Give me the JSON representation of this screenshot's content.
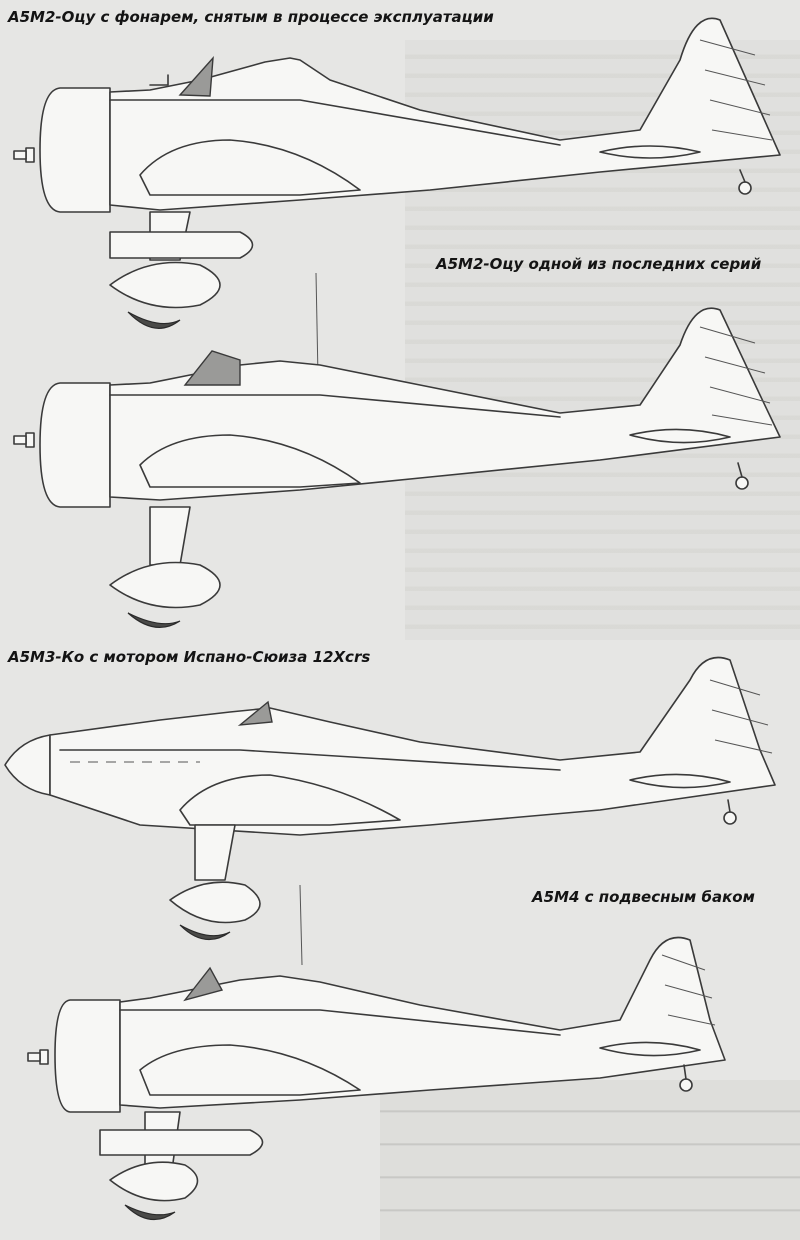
{
  "captions": {
    "a5m2_canopy_removed": "А5М2-Оцу с фонарем, снятым в процессе эксплуатации",
    "a5m2_late_series": "А5М2-Оцу одной из последних серий",
    "a5m3": "А5М3-Ко с мотором Испано-Сюиза 12Xcrs",
    "a5m4": "А5М4 с подвесным баком"
  },
  "colors": {
    "background": "#e6e6e4",
    "line": "#3a3a3a",
    "glazing": "#9a9a98",
    "tyre": "#4a4a48"
  }
}
